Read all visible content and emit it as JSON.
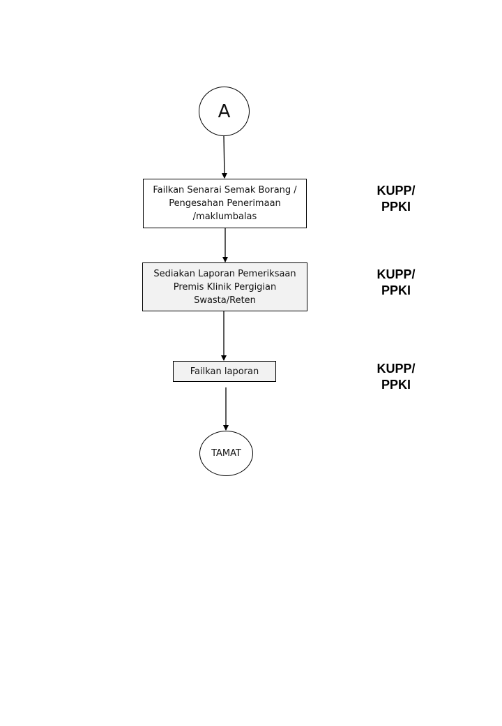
{
  "flowchart": {
    "start_connector": {
      "label": "A"
    },
    "steps": [
      {
        "label": "Failkan Senarai Semak Borang /\nPengesahan Penerimaan\n/maklumbalas",
        "responsible": "KUPP/\nPPKI"
      },
      {
        "label": "Sediakan Laporan Pemeriksaan\nPremis Klinik Pergigian\nSwasta/Reten",
        "responsible": "KUPP/\nPPKI"
      },
      {
        "label": "Failkan laporan",
        "responsible": "KUPP/\nPPKI"
      }
    ],
    "end": {
      "label": "TAMAT"
    }
  },
  "colors": {
    "line": "#000000",
    "box_fill_white": "#ffffff",
    "box_fill_grey": "#f2f2f2"
  }
}
